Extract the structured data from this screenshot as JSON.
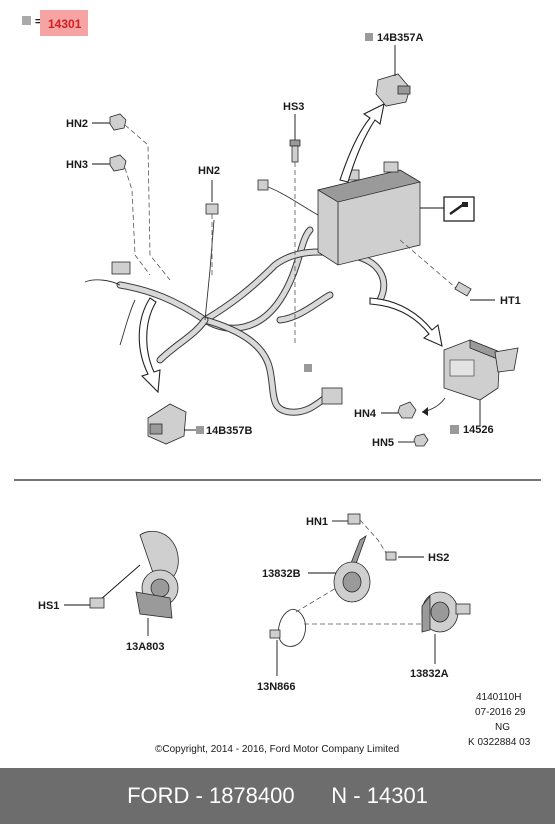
{
  "header": {
    "legend_equals": "=",
    "legend_code": "14301",
    "legend_highlight_color": "#f5a3a3",
    "legend_text_color": "#d02020"
  },
  "labels": {
    "p14B357A": "14B357A",
    "hs3": "HS3",
    "hn2_top": "HN2",
    "hn3": "HN3",
    "hn2_mid": "HN2",
    "ht1": "HT1",
    "hn4": "HN4",
    "hn5": "HN5",
    "p14526": "14526",
    "p14B357B": "14B357B",
    "hn1": "HN1",
    "hs2": "HS2",
    "p13832B": "13832B",
    "hs1": "HS1",
    "p13A803": "13A803",
    "p13N866": "13N866",
    "p13832A": "13832A"
  },
  "reference": {
    "line1": "4140110H",
    "line2": "07-2016 29",
    "line3": "NG",
    "line4": "K 0322884 03"
  },
  "copyright": "©Copyright, 2014 - 2016, Ford Motor Company Limited",
  "footer": {
    "brand_part": "FORD - 1878400",
    "ref": "N - 14301"
  }
}
